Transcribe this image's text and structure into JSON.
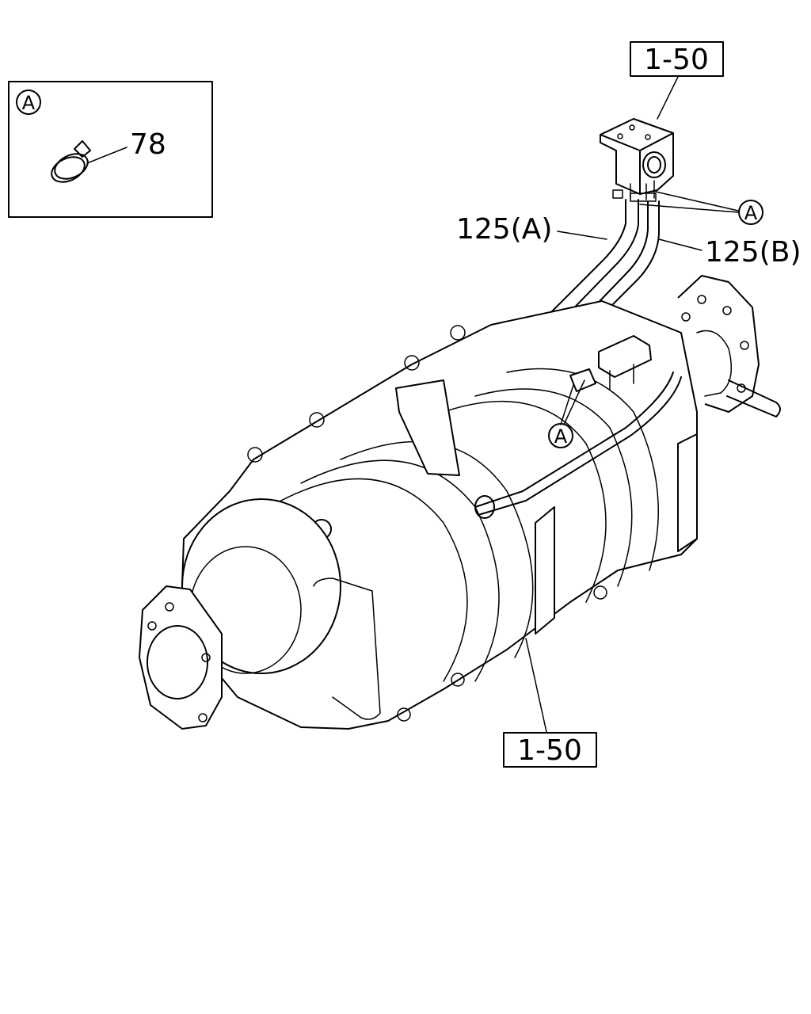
{
  "detail": {
    "circle_label": "A",
    "callout": "78"
  },
  "callouts": {
    "sensor_ref": "1-50",
    "assembly_ref": "1-50",
    "pipe_a": "125(A)",
    "pipe_b": "125(B)",
    "clamp_top": "A",
    "clamp_mid": "A"
  }
}
